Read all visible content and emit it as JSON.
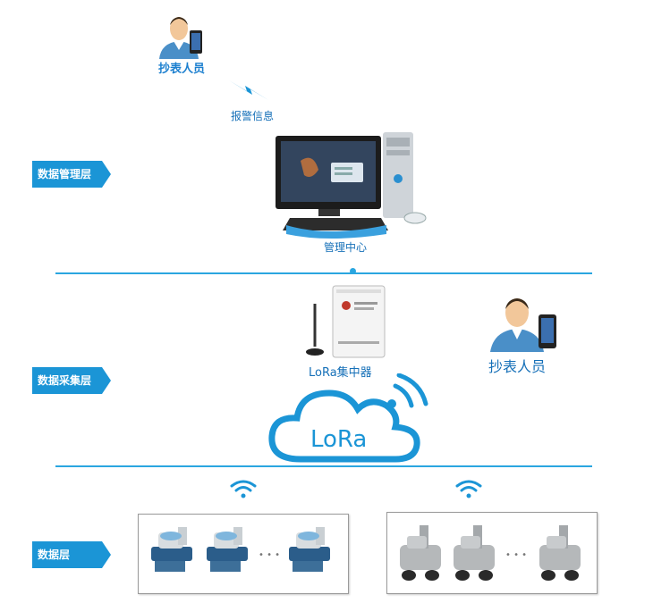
{
  "layers": {
    "management": "数据管理层",
    "collection": "数据采集层",
    "data": "数据层"
  },
  "labels": {
    "meter_reader_top": "抄表人员",
    "alarm_info": "报警信息",
    "management_center": "管理中心",
    "lora_concentrator": "LoRa集中器",
    "meter_reader_right": "抄表人员",
    "cloud_text": "LoRa",
    "ellipsis": "• • •"
  },
  "colors": {
    "accent": "#1b95d6",
    "line": "#2aa6e0"
  }
}
